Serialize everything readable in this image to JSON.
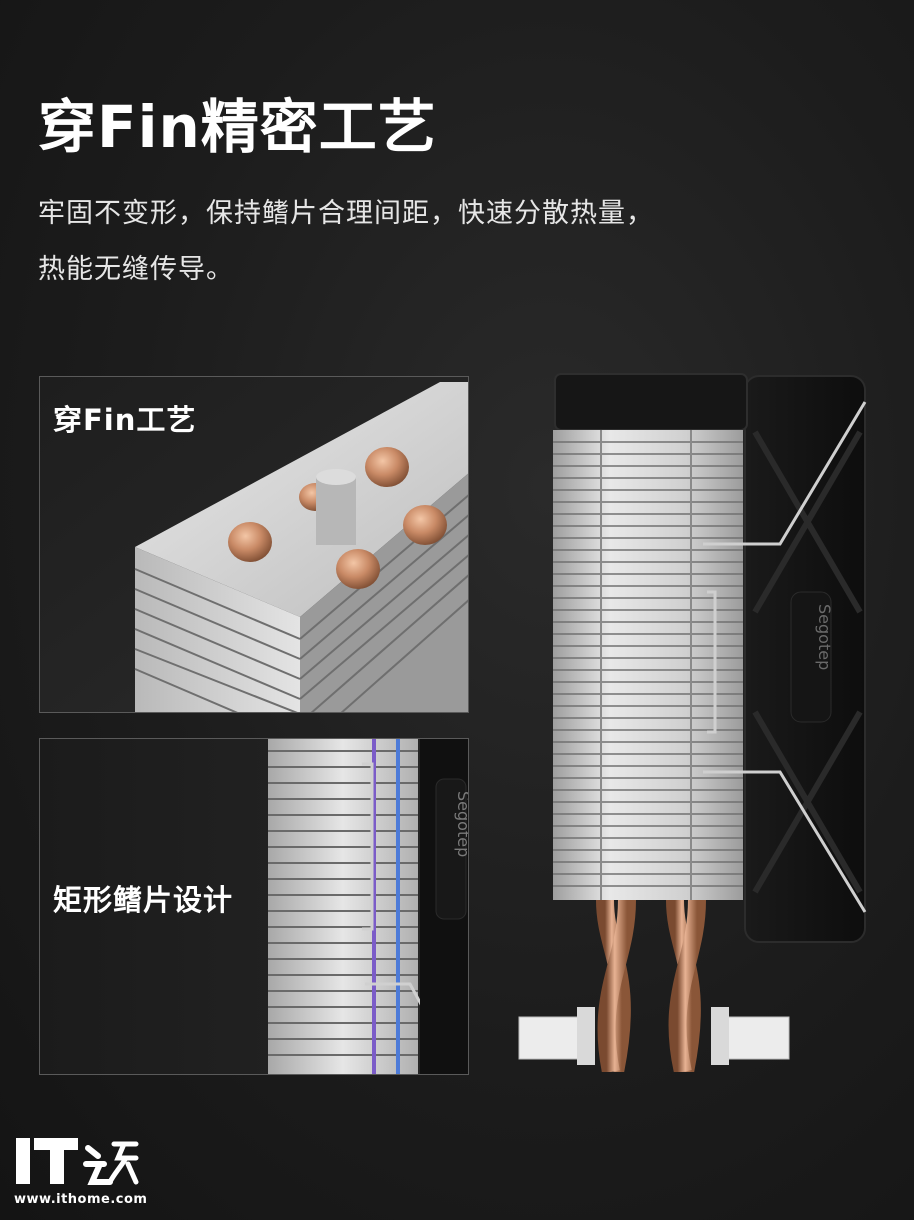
{
  "headline": "穿Fin精密工艺",
  "description": {
    "line1": "牢固不变形，保持鳍片合理间距，快速分散热量，",
    "line2": "热能无缝传导。"
  },
  "panels": [
    {
      "label": "穿Fin工艺"
    },
    {
      "label": "矩形鳍片设计",
      "fan_brand_text": "Segotep"
    }
  ],
  "cooler": {
    "fan_brand_text": "Segotep"
  },
  "watermark": {
    "logo_text": "IT之家",
    "url": "www.ithome.com"
  },
  "colors": {
    "background": "#1c1c1c",
    "copper": "#c98a66",
    "aluminum": "#cfcfcf"
  }
}
